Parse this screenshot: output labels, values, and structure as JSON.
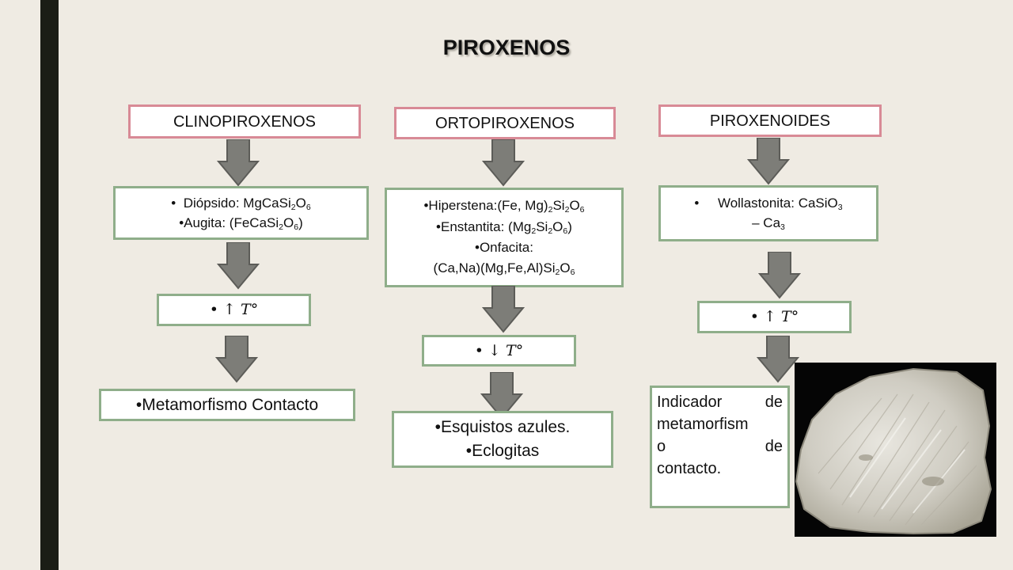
{
  "title": "PIROXENOS",
  "columns": {
    "clino": {
      "header": "CLINOPIROXENOS",
      "minerals": [
        {
          "name": "Diópsido: MgCaSi",
          "s1": "2",
          "mid": "O",
          "s2": "6",
          "end": ""
        },
        {
          "name": "Augita:  (FeCaSi",
          "s1": "2",
          "mid": "O",
          "s2": "6",
          "end": ")"
        }
      ],
      "temp_arrow": "↑",
      "temp_symbol": "T°",
      "result": "Metamorfismo Contacto"
    },
    "orto": {
      "header": "ORTOPIROXENOS",
      "minerals": {
        "hiperstena": {
          "a": "Hiperstena:(Fe, Mg)",
          "s1": "2",
          "b": "Si",
          "s2": "2",
          "c": "O",
          "s3": "6"
        },
        "enstantita": {
          "a": "Enstantita:  (Mg",
          "s1": "2",
          "b": "Si",
          "s2": "2",
          "c": "O",
          "s3": "6",
          "d": ")"
        },
        "onfacita_label": "Onfacita:",
        "onfacita_formula": {
          "a": "(Ca,Na)(Mg,Fe,Al)Si",
          "s1": "2",
          "b": "O",
          "s2": "6"
        }
      },
      "temp_arrow": "↓",
      "temp_symbol": "T°",
      "results": [
        "Esquistos azules.",
        "Eclogitas"
      ]
    },
    "piroxenoides": {
      "header": "PIROXENOIDES",
      "mineral_line1": {
        "a": "Wollastonita: CaSiO",
        "s1": "3"
      },
      "mineral_line2": {
        "a": "– Ca",
        "s1": "3"
      },
      "temp_arrow": "↑",
      "temp_symbol": "T°",
      "indicator_lines": [
        "Indicador de",
        "metamorfism",
        "o de",
        "contacto."
      ]
    }
  },
  "colors": {
    "background": "#efebe3",
    "header_border": "#d88a96",
    "box_border": "#8fae8a",
    "arrow_fill": "#7d7d78",
    "left_bar": "#1b1d16"
  },
  "photo": {
    "description_icon": "rock-photo"
  }
}
